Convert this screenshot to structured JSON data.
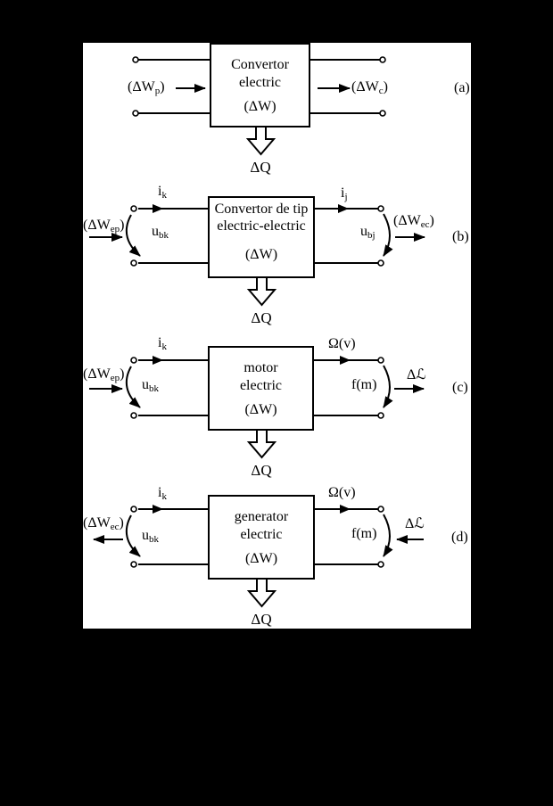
{
  "page": {
    "background_color": "#000000",
    "paper_color": "#ffffff",
    "ink_color": "#000000"
  },
  "panels": [
    {
      "tag": "(a)",
      "box": [
        "Convertor",
        "electric",
        "(ΔW)"
      ],
      "input": {
        "pre": "(ΔW",
        "sub": "p",
        "post": ")"
      },
      "output": {
        "pre": "(ΔW",
        "sub": "c",
        "post": ")"
      },
      "heat": "ΔQ"
    },
    {
      "tag": "(b)",
      "box": [
        "Convertor de tip",
        "electric-electric",
        "(ΔW)"
      ],
      "input": {
        "pre": "(ΔW",
        "sub": "ep",
        "post": ")"
      },
      "output": {
        "pre": "(ΔW",
        "sub": "ec",
        "post": ")"
      },
      "current_in": {
        "pre": "i",
        "sub": "k"
      },
      "current_out": {
        "pre": "i",
        "sub": "j"
      },
      "voltage_in": {
        "pre": "u",
        "sub": "bk"
      },
      "voltage_out": {
        "pre": "u",
        "sub": "bj"
      },
      "heat": "ΔQ"
    },
    {
      "tag": "(c)",
      "box": [
        "motor",
        "electric",
        "(ΔW)"
      ],
      "input": {
        "pre": "(ΔW",
        "sub": "ep",
        "post": ")"
      },
      "current_in": {
        "pre": "i",
        "sub": "k"
      },
      "voltage_in": {
        "pre": "u",
        "sub": "bk"
      },
      "speed": "Ω(v)",
      "torque": "f(m)",
      "mech": "Δℒ",
      "heat": "ΔQ"
    },
    {
      "tag": "(d)",
      "box": [
        "generator",
        "electric",
        "(ΔW)"
      ],
      "output": {
        "pre": "(ΔW",
        "sub": "ec",
        "post": ")"
      },
      "current_in": {
        "pre": "i",
        "sub": "k"
      },
      "voltage_in": {
        "pre": "u",
        "sub": "bk"
      },
      "speed": "Ω(v)",
      "torque": "f(m)",
      "mech": "Δℒ",
      "heat": "ΔQ"
    }
  ]
}
